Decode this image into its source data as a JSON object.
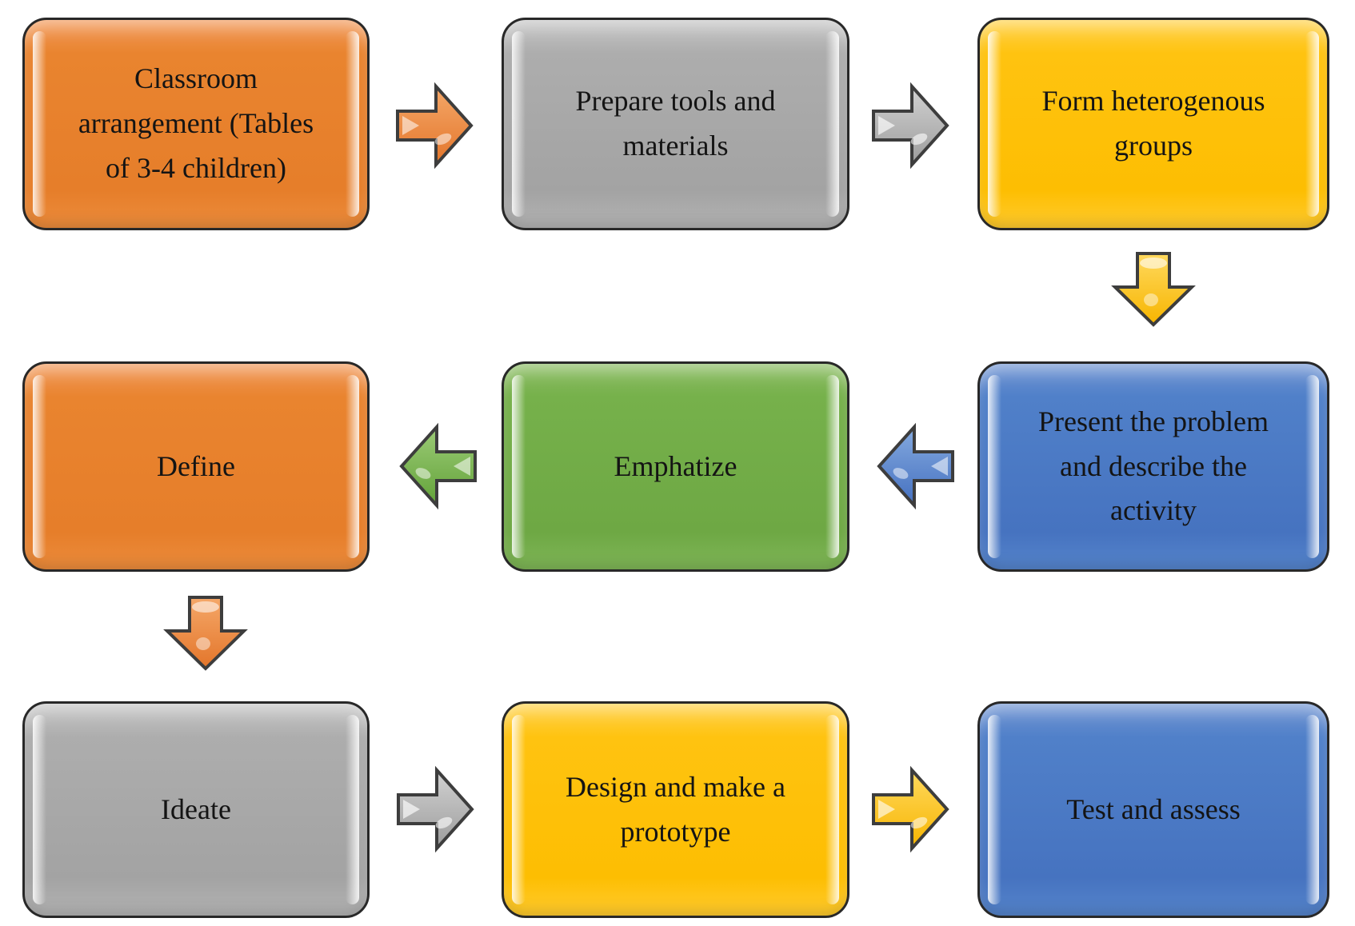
{
  "diagram": {
    "description": "Flowchart of a classroom design-thinking activity procedure",
    "background_color": "#ffffff",
    "box_border_color": "#282828",
    "text_color": "#141414",
    "palette": {
      "orange": "#e8822f",
      "gray": "#a8a8a8",
      "gold": "#ffc000",
      "blue": "#4b79c7",
      "green": "#72ae49"
    },
    "nodes": [
      {
        "id": "classroom-arrangement",
        "label": "Classroom arrangement (Tables of 3-4 children)",
        "color_name": "orange",
        "fill": "#e8822f",
        "row": 1,
        "col": 1
      },
      {
        "id": "prepare-tools",
        "label": "Prepare tools and materials",
        "color_name": "gray",
        "fill": "#a8a8a8",
        "row": 1,
        "col": 2
      },
      {
        "id": "form-groups",
        "label": "Form heterogenous groups",
        "color_name": "gold",
        "fill": "#ffc000",
        "row": 1,
        "col": 3
      },
      {
        "id": "present-problem",
        "label": "Present the problem and describe the activity",
        "color_name": "blue",
        "fill": "#4b79c7",
        "row": 2,
        "col": 3
      },
      {
        "id": "emphatize",
        "label": "Emphatize",
        "color_name": "green",
        "fill": "#72ae49",
        "row": 2,
        "col": 2
      },
      {
        "id": "define",
        "label": "Define",
        "color_name": "orange",
        "fill": "#e8822f",
        "row": 2,
        "col": 1
      },
      {
        "id": "ideate",
        "label": "Ideate",
        "color_name": "gray",
        "fill": "#a8a8a8",
        "row": 3,
        "col": 1
      },
      {
        "id": "design-prototype",
        "label": "Design and make a prototype",
        "color_name": "gold",
        "fill": "#ffc000",
        "row": 3,
        "col": 2
      },
      {
        "id": "test-assess",
        "label": "Test and assess",
        "color_name": "blue",
        "fill": "#4b79c7",
        "row": 3,
        "col": 3
      }
    ],
    "arrows": [
      {
        "from": "classroom-arrangement",
        "to": "prepare-tools",
        "direction": "right",
        "color_name": "orange"
      },
      {
        "from": "prepare-tools",
        "to": "form-groups",
        "direction": "right",
        "color_name": "gray"
      },
      {
        "from": "form-groups",
        "to": "present-problem",
        "direction": "down",
        "color_name": "gold"
      },
      {
        "from": "present-problem",
        "to": "emphatize",
        "direction": "left",
        "color_name": "blue"
      },
      {
        "from": "emphatize",
        "to": "define",
        "direction": "left",
        "color_name": "green"
      },
      {
        "from": "define",
        "to": "ideate",
        "direction": "down",
        "color_name": "orange"
      },
      {
        "from": "ideate",
        "to": "design-prototype",
        "direction": "right",
        "color_name": "gray"
      },
      {
        "from": "design-prototype",
        "to": "test-assess",
        "direction": "right",
        "color_name": "gold"
      }
    ]
  }
}
